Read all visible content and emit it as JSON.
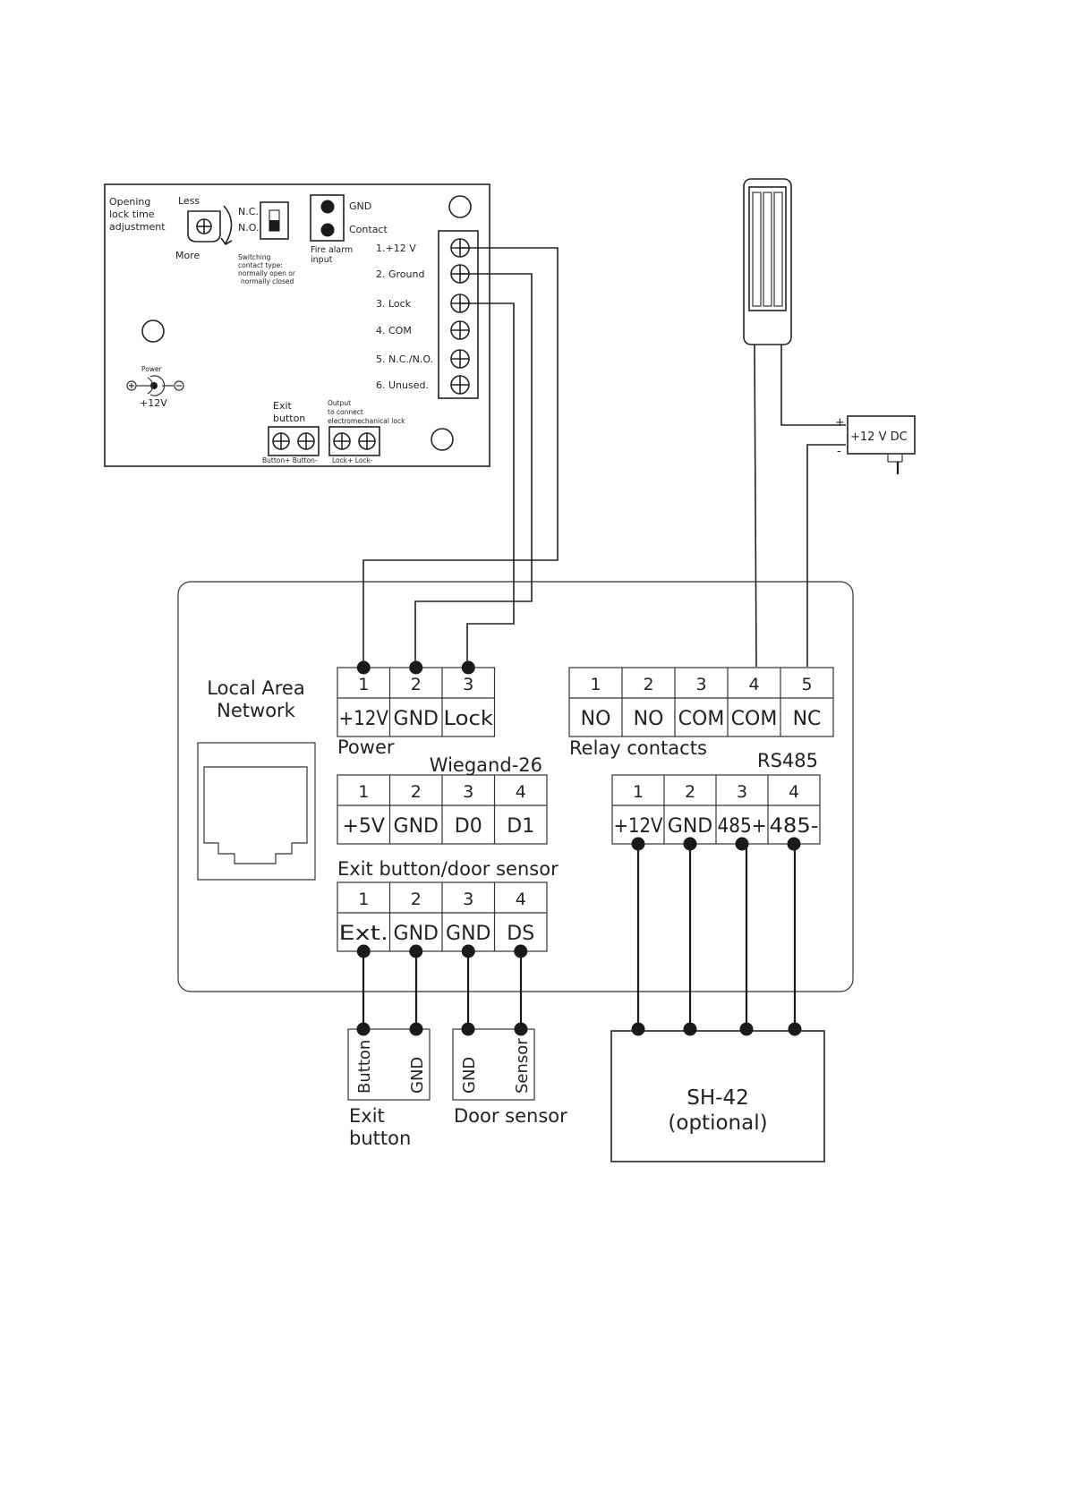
{
  "controller_board": {
    "opening_time": [
      "Opening",
      "lock time",
      "adjustment"
    ],
    "less_label": "Less",
    "more_label": "More",
    "nc_label": "N.C.",
    "no_label": "N.O.",
    "switching_note": [
      "Switching",
      "contact type:",
      "normally open or",
      "normally closed"
    ],
    "fire_gnd_label": "GND",
    "fire_contact_label": "Contact",
    "fire_alarm_label": [
      "Fire alarm",
      "input"
    ],
    "terminals": [
      "1.+12 V",
      "2. Ground",
      "3. Lock",
      "4. COM",
      "5. N.C./N.O.",
      "6. Unused."
    ],
    "power_label": "Power",
    "power_voltage": "+12V",
    "exit_button_label": [
      "Exit",
      "button"
    ],
    "output_label": [
      "Output",
      "to connect",
      "electromechanical lock"
    ],
    "button_pins": "Button+ Button-",
    "lock_pins": "Lock+ Lock-"
  },
  "psu": {
    "label": "+12 V DC",
    "plus": "+",
    "minus": "-"
  },
  "main_panel": {
    "lan_label": [
      "Local Area",
      "Network"
    ],
    "power_block": {
      "title": "Power",
      "numbers": [
        "1",
        "2",
        "3"
      ],
      "labels": [
        "+12V",
        "GND",
        "Lock"
      ]
    },
    "relay_block": {
      "title": "Relay contacts",
      "numbers": [
        "1",
        "2",
        "3",
        "4",
        "5"
      ],
      "labels": [
        "NO",
        "NO",
        "COM",
        "COM",
        "NC"
      ]
    },
    "wiegand_block": {
      "title": "Wiegand-26",
      "numbers": [
        "1",
        "2",
        "3",
        "4"
      ],
      "labels": [
        "+5V",
        "GND",
        "D0",
        "D1"
      ]
    },
    "rs485_block": {
      "title": "RS485",
      "numbers": [
        "1",
        "2",
        "3",
        "4"
      ],
      "labels": [
        "+12V",
        "GND",
        "485+",
        "485-"
      ]
    },
    "exit_block": {
      "title": "Exit button/door sensor",
      "numbers": [
        "1",
        "2",
        "3",
        "4"
      ],
      "labels": [
        "Ext.",
        "GND",
        "GND",
        "DS"
      ]
    }
  },
  "exit_button_device": {
    "pins": [
      "Button",
      "GND"
    ],
    "label": [
      "Exit",
      "button"
    ]
  },
  "door_sensor_device": {
    "pins": [
      "GND",
      "Sensor"
    ],
    "label": "Door sensor"
  },
  "sh42": {
    "label": [
      "SH-42",
      "(optional)"
    ]
  }
}
